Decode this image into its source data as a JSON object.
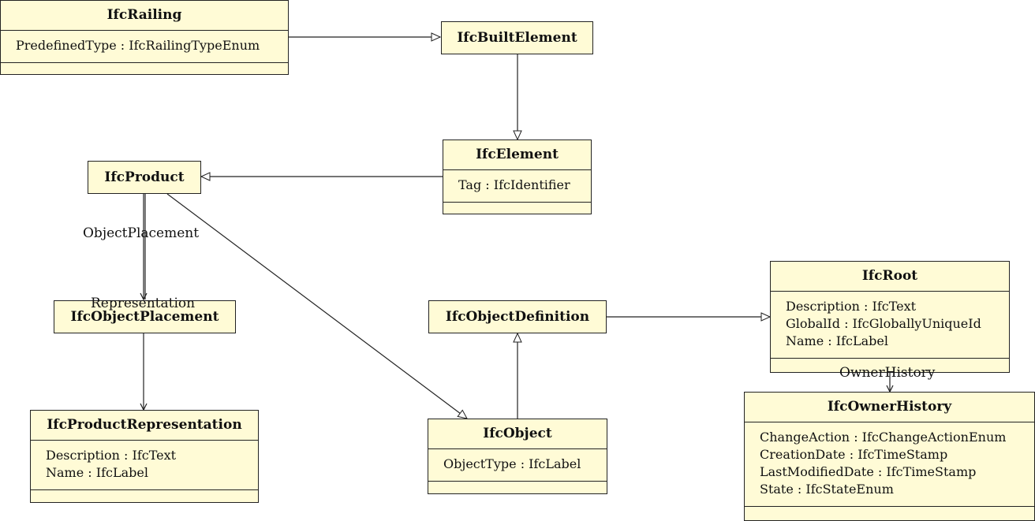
{
  "classes": {
    "railing": {
      "name": "IfcRailing",
      "attributes": [
        "PredefinedType : IfcRailingTypeEnum"
      ]
    },
    "built_element": {
      "name": "IfcBuiltElement"
    },
    "element": {
      "name": "IfcElement",
      "attributes": [
        "Tag : IfcIdentifier"
      ]
    },
    "product": {
      "name": "IfcProduct"
    },
    "object_placement": {
      "name": "IfcObjectPlacement"
    },
    "product_representation": {
      "name": "IfcProductRepresentation",
      "attributes": [
        "Description : IfcText",
        "Name : IfcLabel"
      ]
    },
    "object_definition": {
      "name": "IfcObjectDefinition"
    },
    "object": {
      "name": "IfcObject",
      "attributes": [
        "ObjectType : IfcLabel"
      ]
    },
    "root": {
      "name": "IfcRoot",
      "attributes": [
        "Description : IfcText",
        "GlobalId : IfcGloballyUniqueId",
        "Name : IfcLabel"
      ]
    },
    "owner_history": {
      "name": "IfcOwnerHistory",
      "attributes": [
        "ChangeAction : IfcChangeActionEnum",
        "CreationDate : IfcTimeStamp",
        "LastModifiedDate : IfcTimeStamp",
        "State : IfcStateEnum"
      ]
    }
  },
  "associations": {
    "object_placement": "ObjectPlacement",
    "representation": "Representation",
    "owner_history": "OwnerHistory"
  }
}
